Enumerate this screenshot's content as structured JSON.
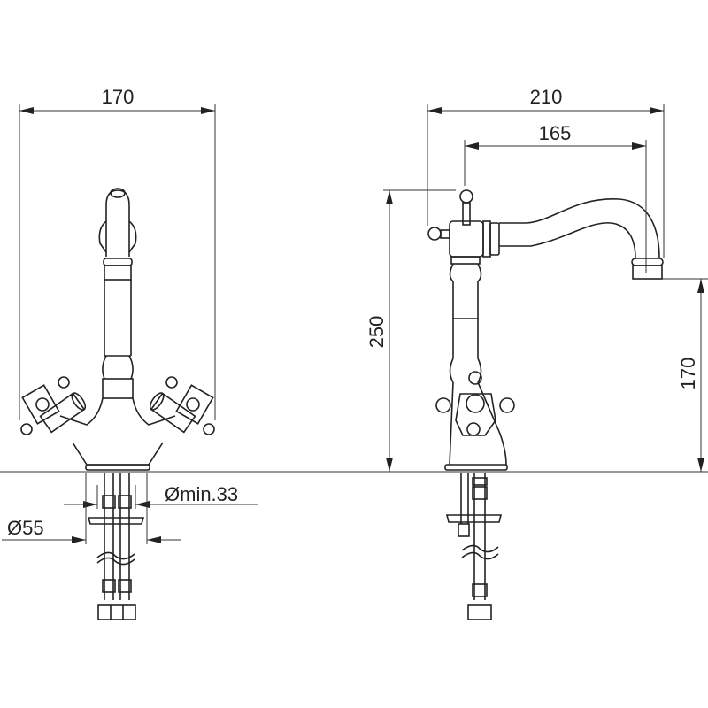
{
  "dimensions": {
    "front_width": "170",
    "side_total_reach": "210",
    "spout_reach": "165",
    "total_height": "250",
    "spout_height": "170",
    "hole_min": "Ømin.33",
    "base_diameter": "Ø55"
  }
}
